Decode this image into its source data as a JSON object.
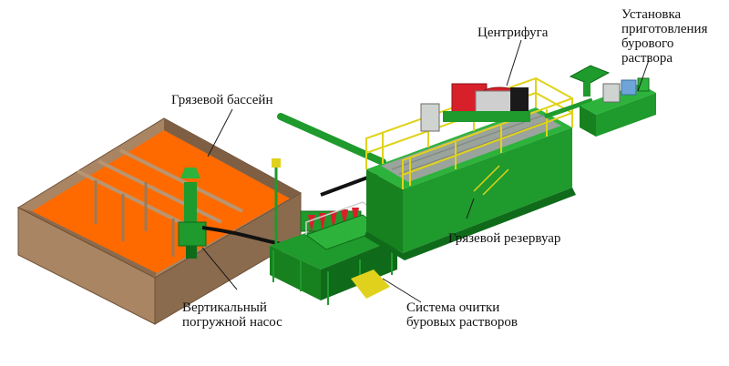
{
  "labels": {
    "mud_pit": "Грязевой бассейн",
    "centrifuge": "Центрифуга",
    "mixing_unit": [
      "Установка",
      "приготовления",
      "бурового",
      "раствора"
    ],
    "mud_tank": "Грязевой резервуар",
    "submersible_pump": [
      "Вертикальный",
      "погружной насос"
    ],
    "cleaning_system": [
      "Система очитки",
      "буровых растворов"
    ]
  },
  "colors": {
    "equipment_green": "#1f9a2c",
    "equipment_dark_green": "#0f6b1a",
    "railing_yellow": "#e0d21c",
    "pit_wall": "#a98563",
    "pit_wall_dark": "#7f5f43",
    "mud": "#ff6a00",
    "centrifuge_red": "#d8202a",
    "hose_black": "#111111",
    "leader_line": "#1a1a1a"
  }
}
